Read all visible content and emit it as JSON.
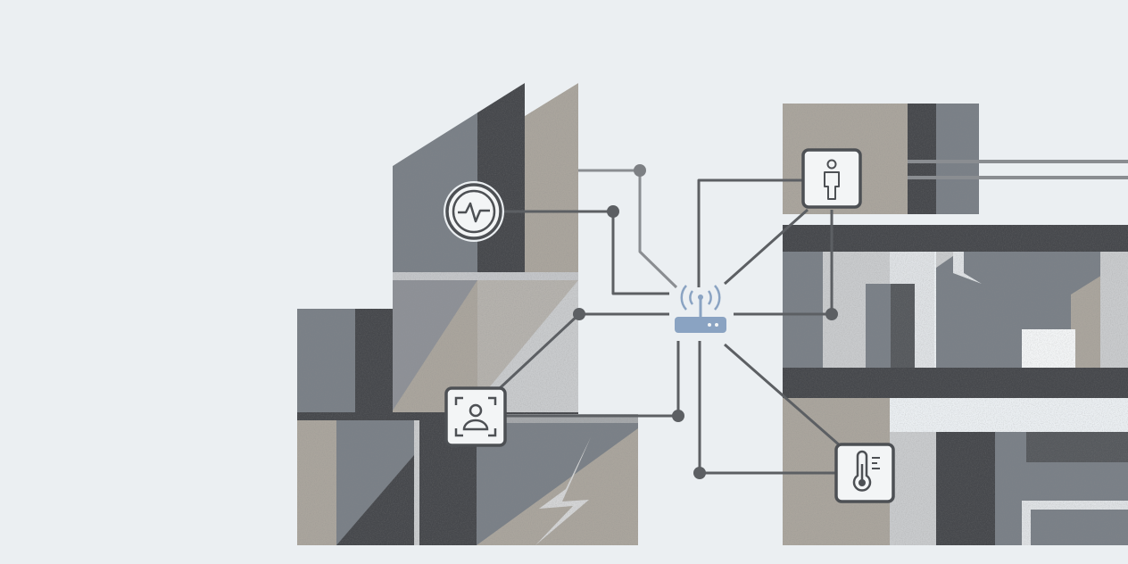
{
  "illustration": {
    "colors": {
      "background": "#ebeff2",
      "dark": "#46484c",
      "slate": "#797f86",
      "taupe": "#aaa59d",
      "light": "#c9cbcd",
      "pale": "#dfe2e5",
      "line": "#5c5f63",
      "line_light": "#8a8d91",
      "router": "#8aa3c2",
      "icon_stroke": "#4d5054",
      "icon_fill": "#f3f5f6"
    },
    "hub": {
      "icon": "wifi-router-icon"
    },
    "devices": [
      {
        "name": "activity-monitor",
        "icon": "pulse-waveform-icon"
      },
      {
        "name": "occupancy-sensor",
        "icon": "person-icon"
      },
      {
        "name": "face-recognition-camera",
        "icon": "face-scan-icon"
      },
      {
        "name": "temperature-sensor",
        "icon": "thermometer-icon"
      }
    ],
    "junctions": 6
  }
}
